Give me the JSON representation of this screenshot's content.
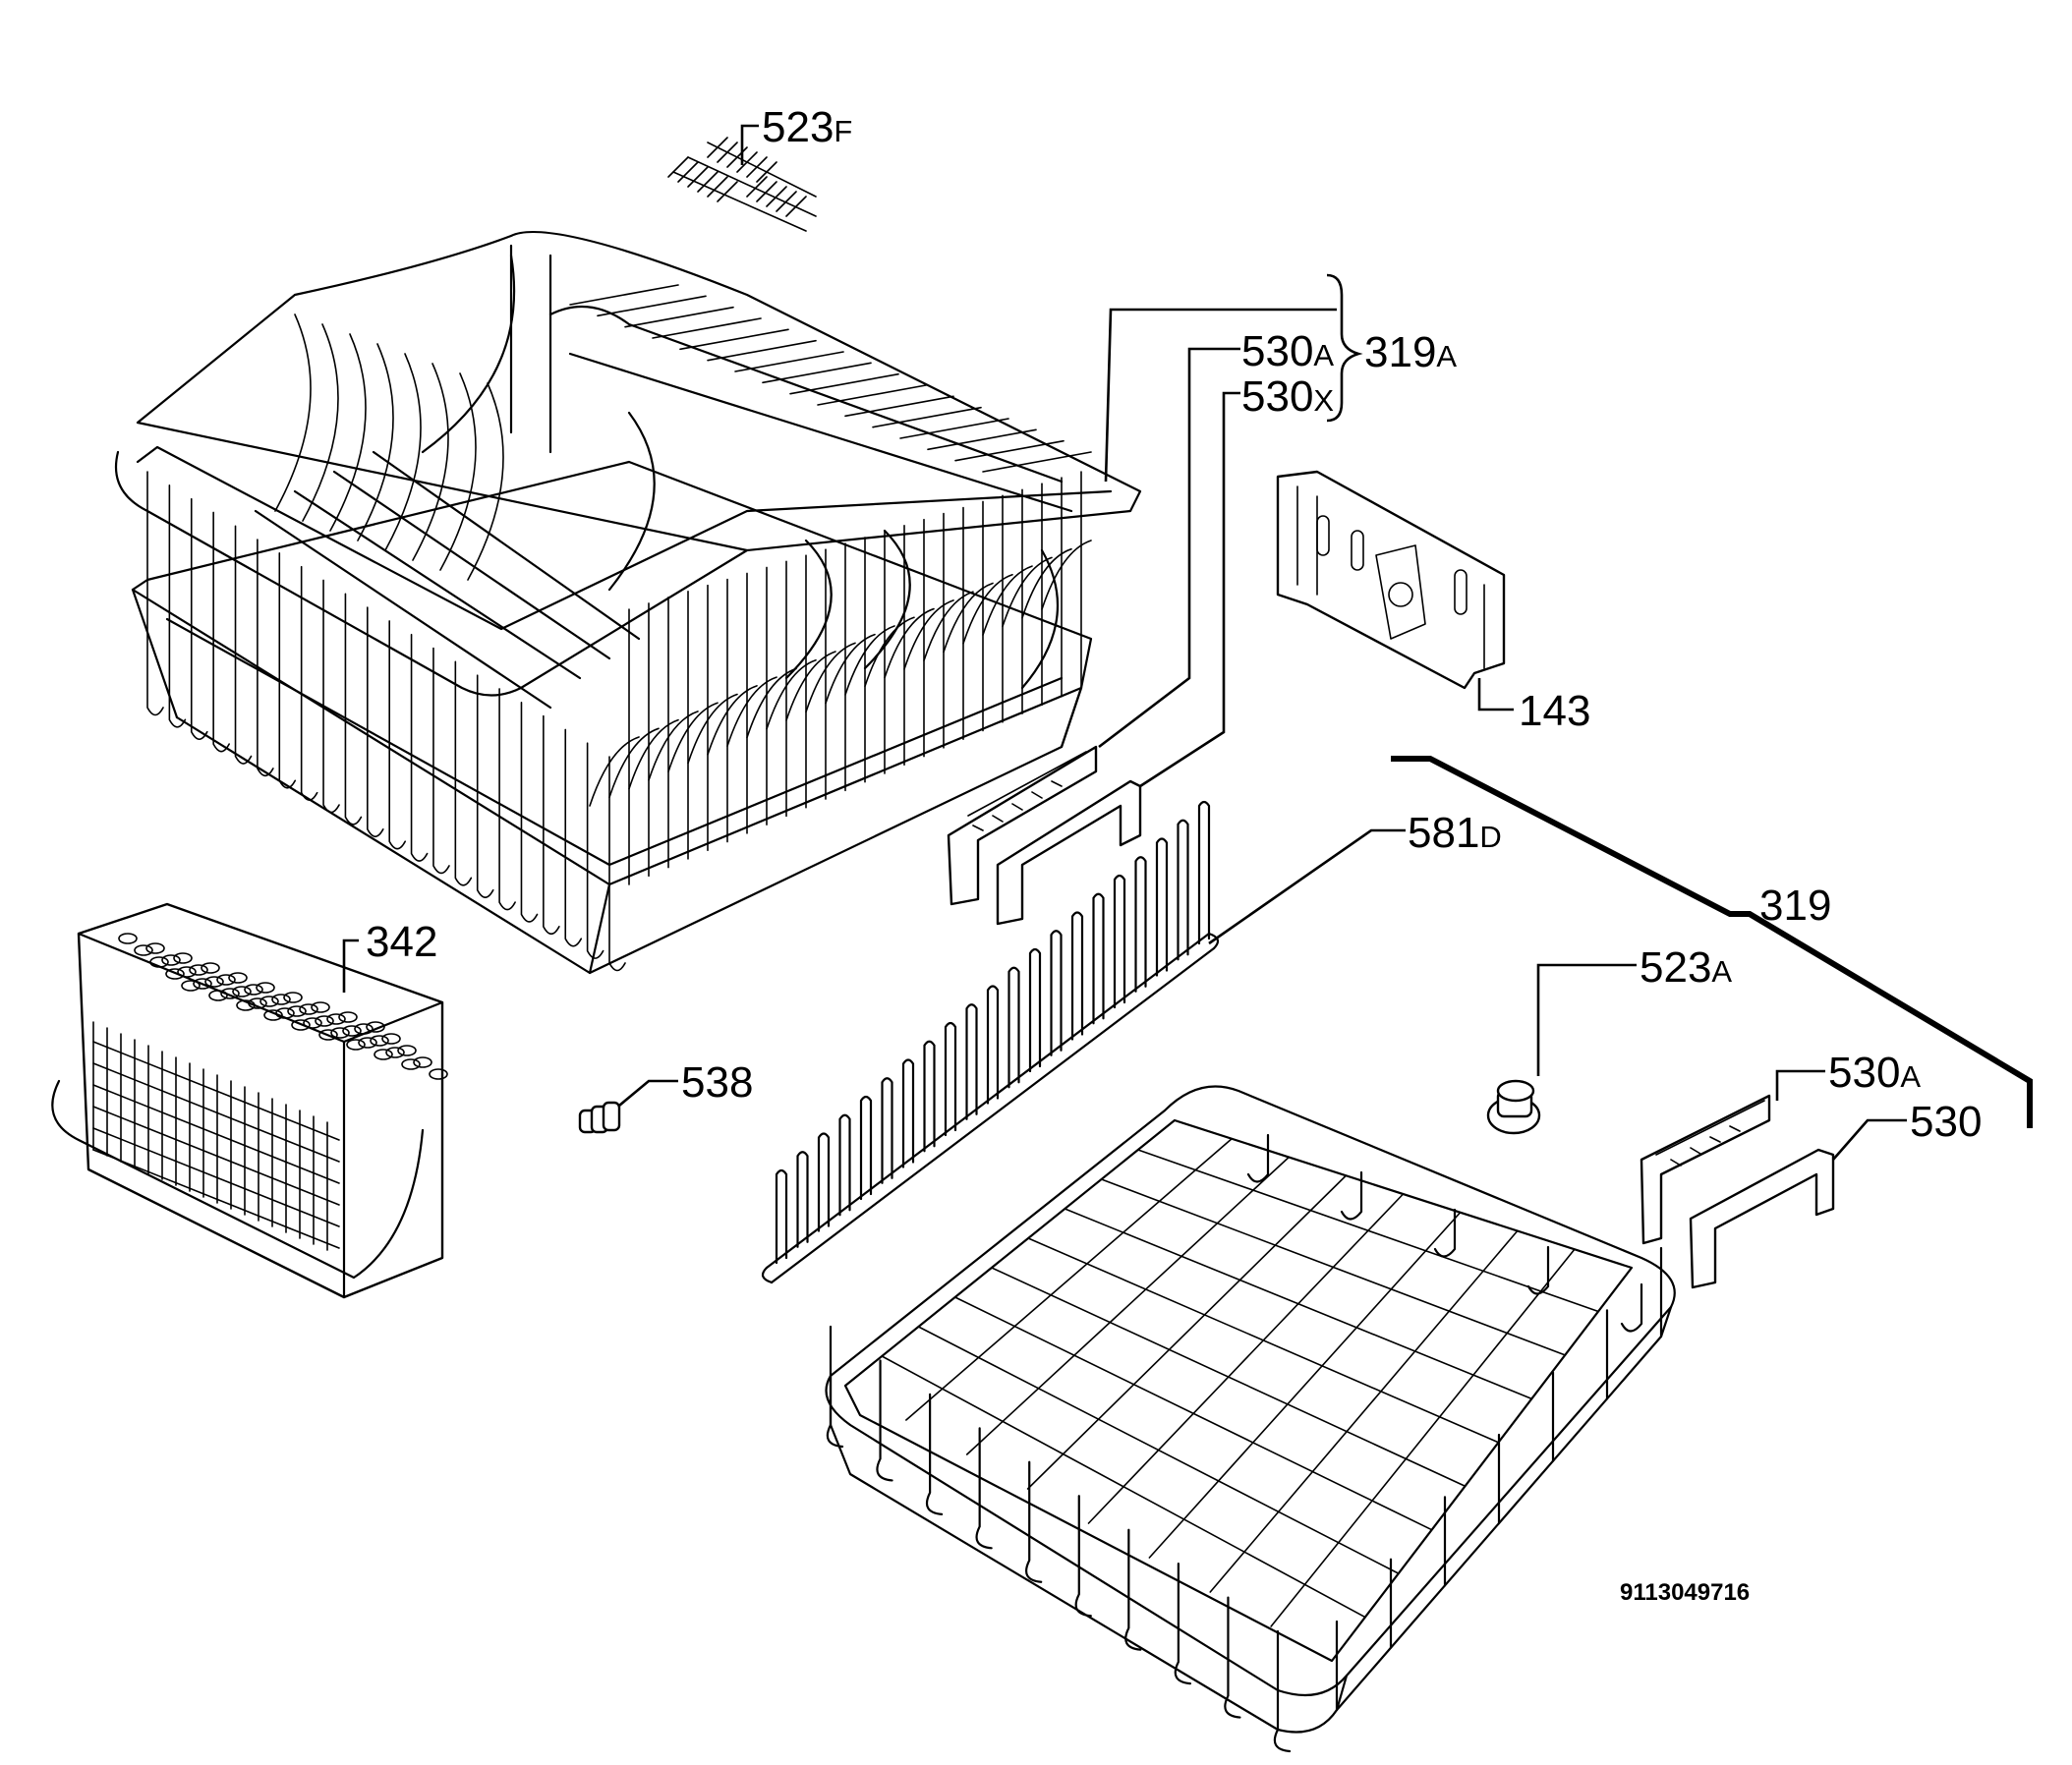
{
  "callouts": {
    "c523F": {
      "number": "523",
      "suffix": "F"
    },
    "c530A_top": {
      "number": "530",
      "suffix": "A"
    },
    "c530X": {
      "number": "530",
      "suffix": "X"
    },
    "c319A": {
      "number": "319",
      "suffix": "A"
    },
    "c143": {
      "number": "143",
      "suffix": ""
    },
    "c581D": {
      "number": "581",
      "suffix": "D"
    },
    "c319": {
      "number": "319",
      "suffix": ""
    },
    "c342": {
      "number": "342",
      "suffix": ""
    },
    "c523A": {
      "number": "523",
      "suffix": "A"
    },
    "c538": {
      "number": "538",
      "suffix": ""
    },
    "c530A_bottom": {
      "number": "530",
      "suffix": "A"
    },
    "c530": {
      "number": "530",
      "suffix": ""
    }
  },
  "document_number": "9113049716"
}
